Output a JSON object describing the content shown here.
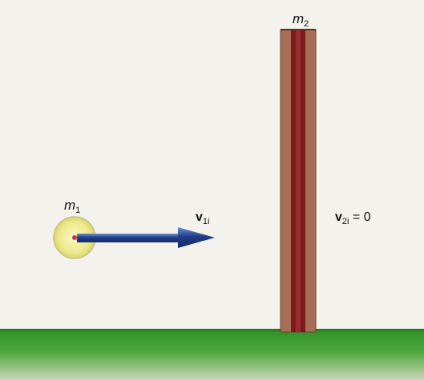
{
  "ball": {
    "label": "m",
    "label_sub": "1",
    "fill_color": "#ece88a",
    "stroke_color": "#c7c27b",
    "center_dot_color": "#c4374a"
  },
  "arrow": {
    "label": "v",
    "label_sub": "1i",
    "color": "#213c8a"
  },
  "pole": {
    "label": "m",
    "label_sub": "2",
    "outer_color": "#a86d57",
    "inner_color": "#7a1b1e"
  },
  "pole_velocity": {
    "label": "v",
    "label_sub": "2i",
    "value_text": " = 0"
  },
  "ground": {
    "top_color": "#3a9a2e",
    "bottom_color": "#c9d8b8"
  },
  "background_color": "#f3f2ed"
}
